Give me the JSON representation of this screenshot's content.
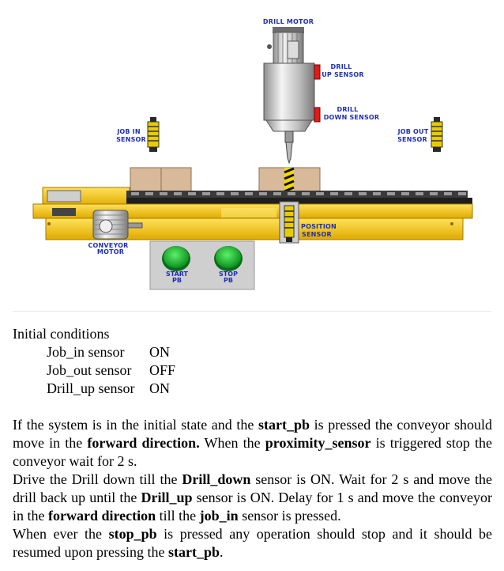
{
  "diagram": {
    "labels": {
      "drill_motor": "DRILL MOTOR",
      "drill_up_1": "DRILL",
      "drill_up_2": "UP SENSOR",
      "drill_down_1": "DRILL",
      "drill_down_2": "DOWN SENSOR",
      "job_in_1": "JOB IN",
      "job_in_2": "SENSOR",
      "job_out_1": "JOB OUT",
      "job_out_2": "SENSOR",
      "position_1": "POSITION",
      "position_2": "SENSOR",
      "conveyor_1": "CONVEYOR",
      "conveyor_2": "MOTOR",
      "start_1": "START",
      "start_2": "PB",
      "stop_1": "STOP",
      "stop_2": "PB"
    },
    "colors": {
      "conveyor_yellow": "#f2c416",
      "motor_grey": "#c9c9c9",
      "sensor_red": "#e01b1b",
      "button_green": "#19b82e",
      "box_brown": "#d8b99a",
      "label_blue": "#1f2fb5"
    }
  },
  "text": {
    "conditions_title": "Initial conditions",
    "conditions": [
      {
        "name": "Job_in sensor",
        "state": "ON"
      },
      {
        "name": "Job_out sensor",
        "state": "OFF"
      },
      {
        "name": "Drill_up sensor",
        "state": "ON"
      }
    ],
    "p1": {
      "t1": "If the system is in the initial state and the ",
      "b1": "start_pb",
      "t2": " is pressed the conveyor should move in the ",
      "b2": "forward direction.",
      "t3": " When the ",
      "b3": "proximity_sensor",
      "t4": " is triggered stop the conveyor wait for 2 s."
    },
    "p2": {
      "t1": "Drive the  Drill down till the ",
      "b1": "Drill_down",
      "t2": " sensor is ON. Wait for 2 s and move the drill back up until the ",
      "b2": "Drill_up",
      "t3": " sensor is ON. Delay for 1 s and move the conveyor in the ",
      "b3": "forward direction",
      "t4": " till the ",
      "b4": "job_in",
      "t5": " sensor is pressed."
    },
    "p3": {
      "t1": "When ever the ",
      "b1": "stop_pb",
      "t2": " is pressed any operation should stop and it should be resumed upon pressing the ",
      "b2": "start_pb",
      "t3": "."
    }
  }
}
